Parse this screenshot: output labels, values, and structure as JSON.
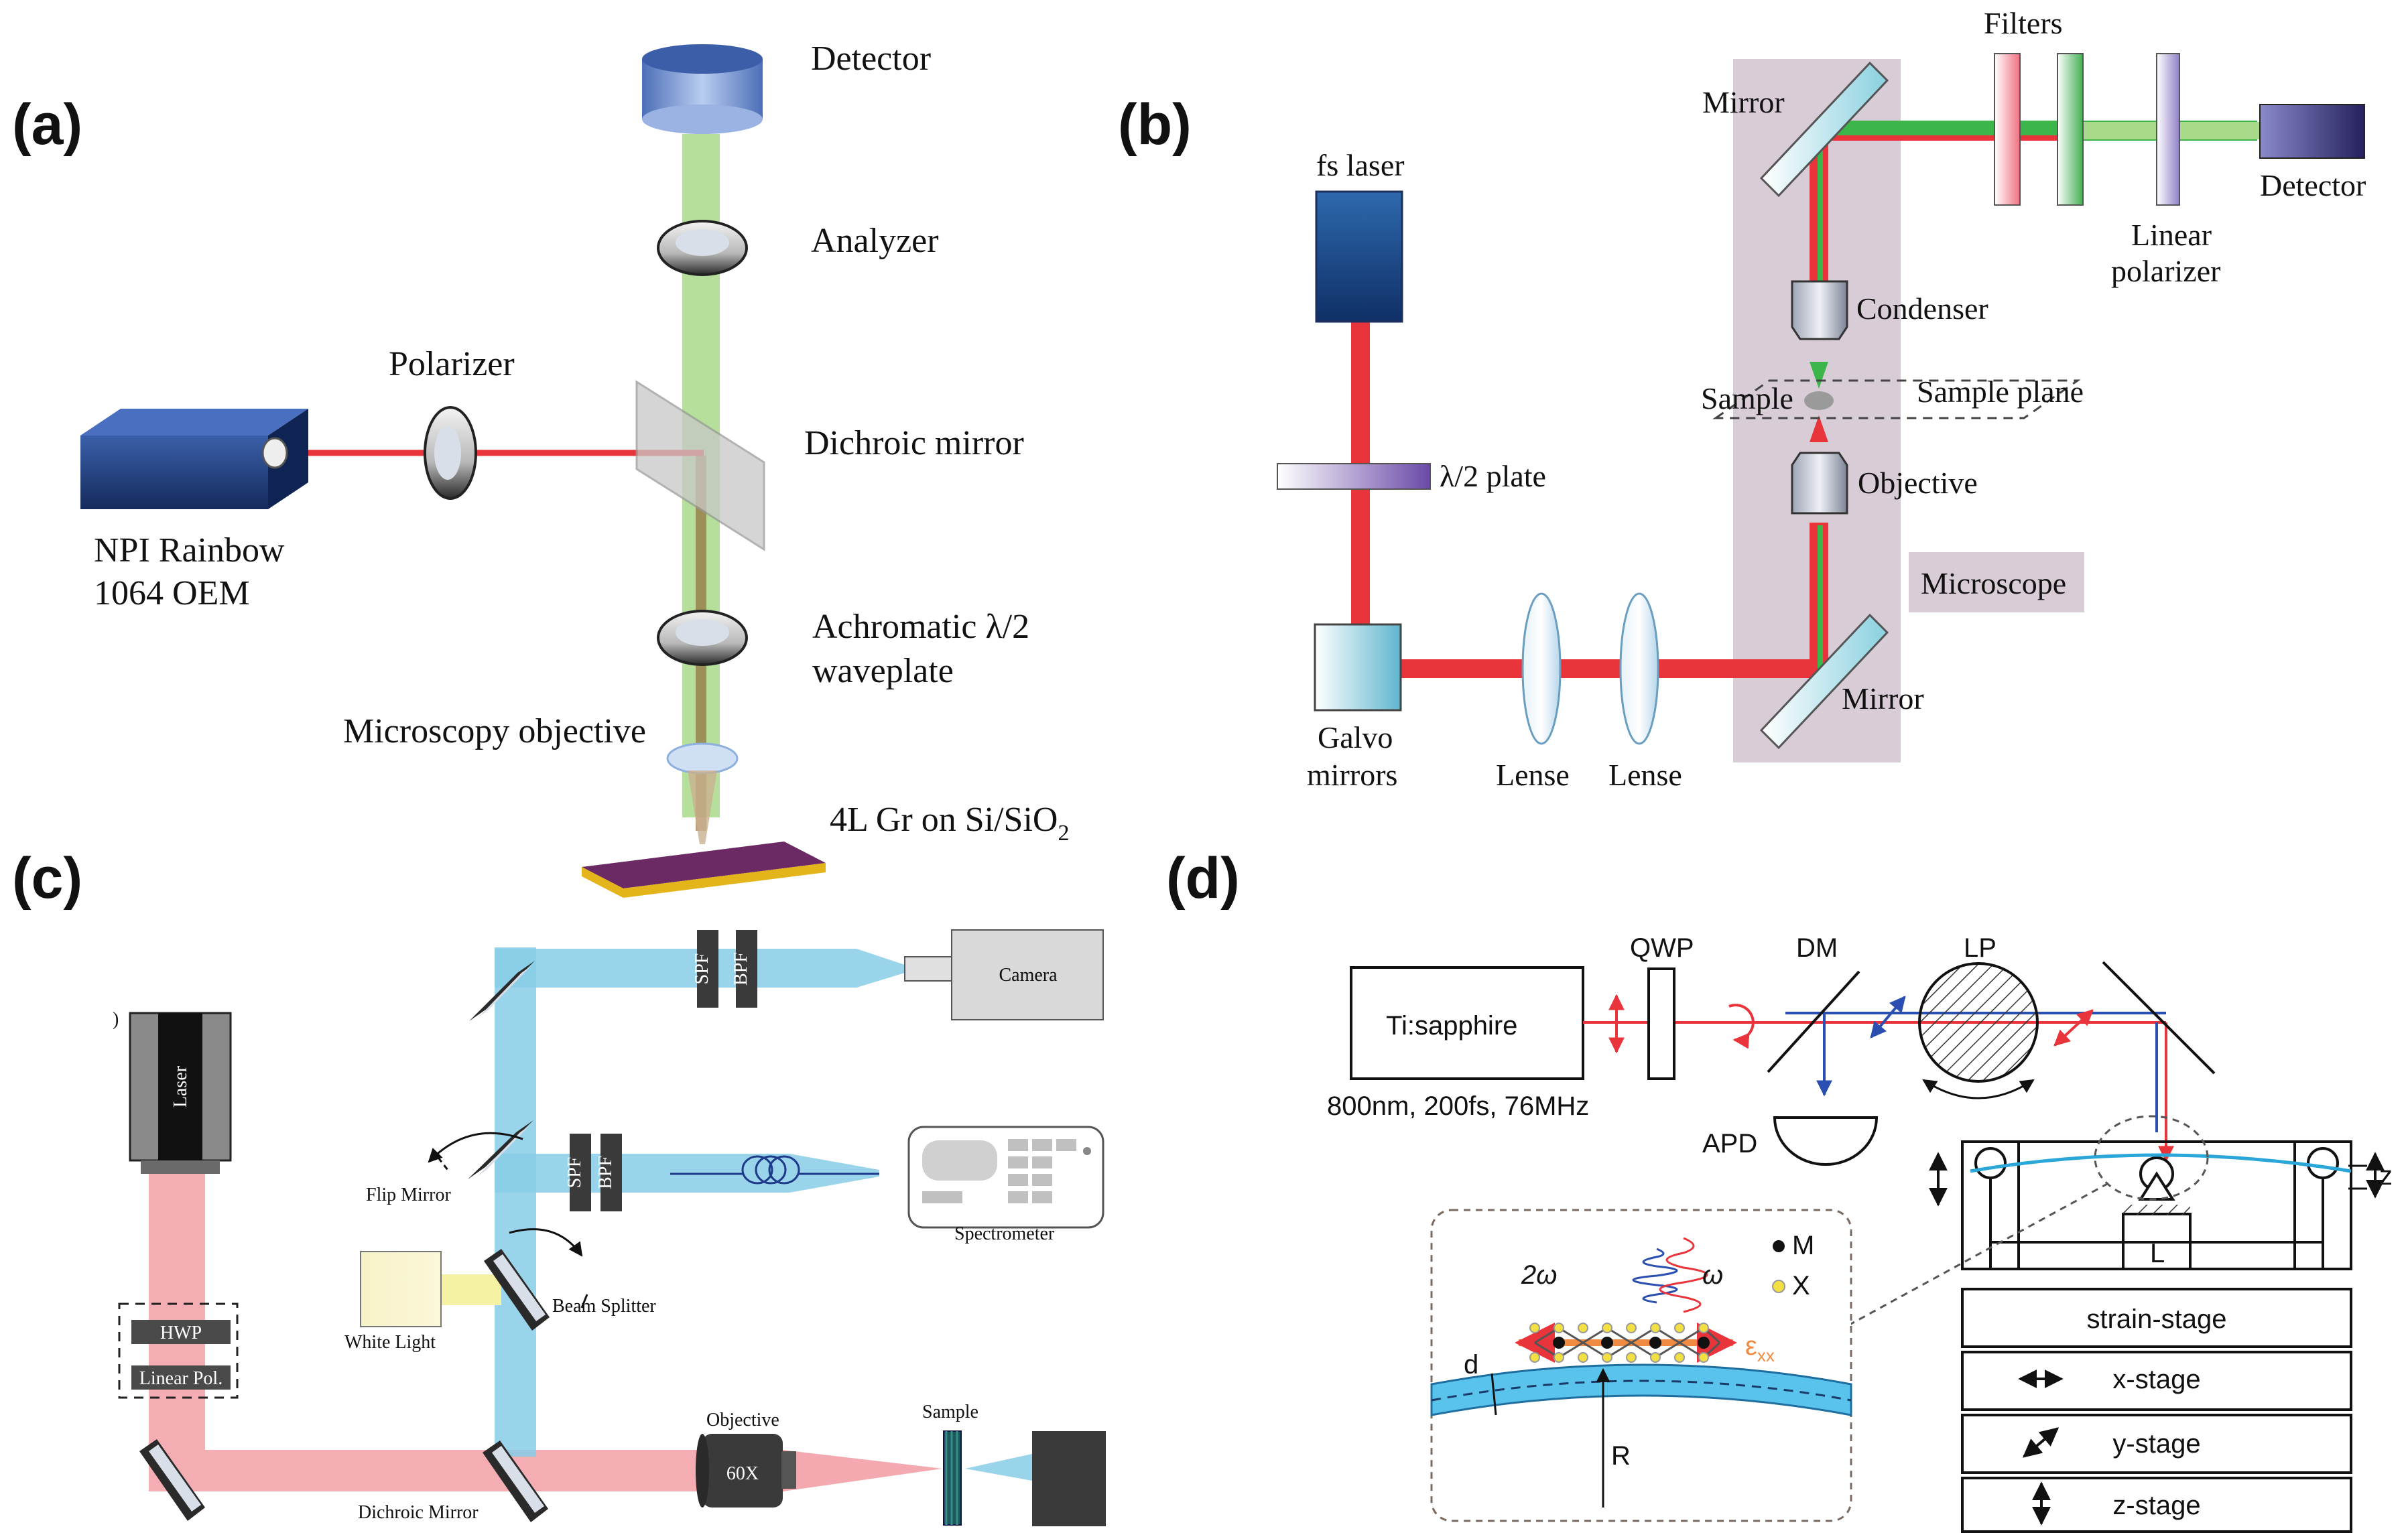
{
  "panels": {
    "a": {
      "letter": "(a)",
      "detector": "Detector",
      "analyzer": "Analyzer",
      "polarizer": "Polarizer",
      "dichroic": "Dichroic mirror",
      "laser_line1": "NPI Rainbow",
      "laser_line2": "1064 OEM",
      "waveplate_line1": "Achromatic λ/2",
      "waveplate_line2": "waveplate",
      "objective": "Microscopy objective",
      "sample_main": "4L Gr on Si/SiO",
      "sample_sub": "2"
    },
    "b": {
      "letter": "(b)",
      "filters": "Filters",
      "mirror_top": "Mirror",
      "detector": "Detector",
      "fs_laser": "fs laser",
      "linear_line1": "Linear",
      "linear_line2": "polarizer",
      "condenser": "Condenser",
      "sample": "Sample",
      "sample_plane": "Sample plane",
      "half_wave": "λ/2 plate",
      "objective": "Objective",
      "microscope": "Microscope",
      "galvo_line1": "Galvo",
      "galvo_line2": "mirrors",
      "lens1": "Lense",
      "lens2": "Lense",
      "mirror_bottom": "Mirror"
    },
    "c": {
      "letter": "(c)",
      "paren": ")",
      "laser": "Laser",
      "spf": "SPF",
      "bpf": "BPF",
      "camera": "Camera",
      "flip_mirror": "Flip Mirror",
      "spectrometer": "Spectrometer",
      "beam_splitter": "Beam Splitter",
      "white_light": "White Light",
      "hwp": "HWP",
      "linear_pol": "Linear Pol.",
      "objective": "Objective",
      "objective_mag": "60X",
      "sample": "Sample",
      "dichroic": "Dichroic Mirror"
    },
    "d": {
      "letter": "(d)",
      "qwp": "QWP",
      "dm": "DM",
      "lp": "LP",
      "laser": "Ti:sapphire",
      "laser_spec": "800nm, 200fs, 76MHz",
      "apd": "APD",
      "z_label": "z",
      "l_label": "L",
      "two_omega": "2ω",
      "omega": "ω",
      "legend_m": "M",
      "legend_x": "X",
      "strain_symbol": "ε",
      "strain_sub": "xx",
      "d_label": "d",
      "r_label": "R",
      "strain_stage": "strain-stage",
      "x_stage": "x-stage",
      "y_stage": "y-stage",
      "z_stage": "z-stage"
    }
  },
  "colors": {
    "ir_beam": "#e8343a",
    "green_beam": "#3cb54a",
    "pale_green_beam": "#a9d98a",
    "cyan_beam": "#87cce8",
    "pink_beam": "#f2a0a6",
    "detector_blue": "#7d9fd8",
    "laser_navy": "#1d3b7a",
    "microscope_box": "#d8ccd6",
    "sample_purple": "#6b2a63",
    "sample_gold": "#e3b51a"
  }
}
